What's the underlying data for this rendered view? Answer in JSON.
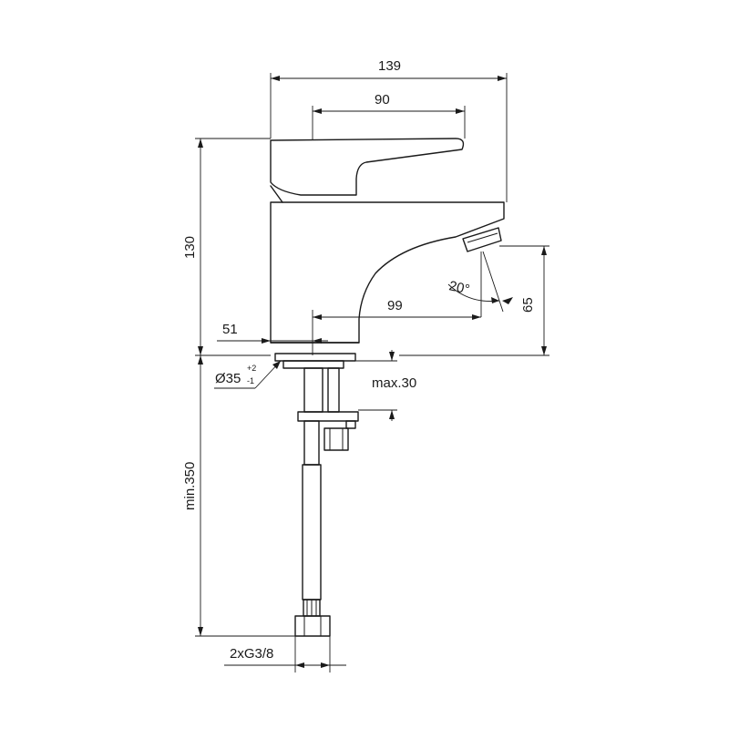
{
  "dimensions": {
    "total_width": "139",
    "handle_length": "90",
    "total_height": "130",
    "spout_reach": "99",
    "body_offset": "51",
    "spout_height": "65",
    "spout_angle": "20°",
    "base_diameter": "Ø35",
    "base_tolerance_upper": "+2",
    "base_tolerance_lower": "-1",
    "max_deck_thickness": "max.30",
    "min_hose_length": "min.350",
    "connection_thread": "2xG3/8"
  }
}
